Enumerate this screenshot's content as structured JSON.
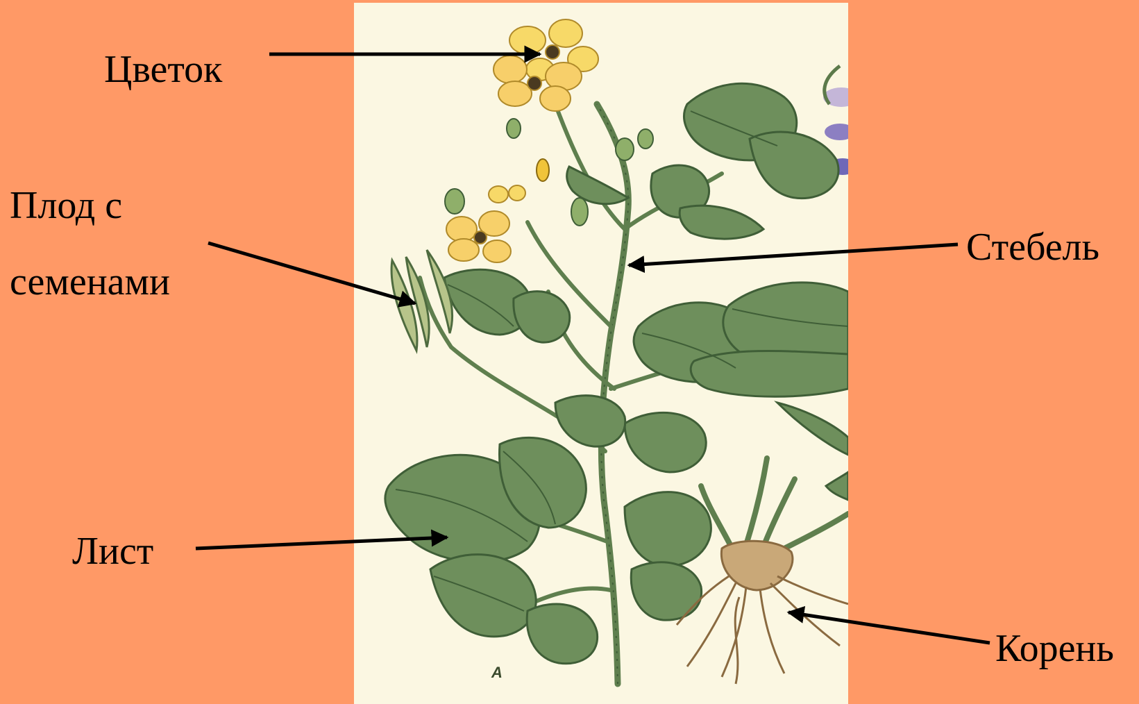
{
  "labels": {
    "flower": "Цветок",
    "fruit_line1": "Плод с",
    "fruit_line2": "семенами",
    "stem": "Стебель",
    "leaf": "Лист",
    "root": "Корень"
  },
  "plate_letter": "А",
  "colors": {
    "background": "#FF9966",
    "panel": "#FBF7E2",
    "leaf": "#6E8F5C",
    "leaf_dark": "#3F5E37",
    "petal": "#F5D15A",
    "root": "#C9A878",
    "arrow": "#000000"
  },
  "icons": {
    "pointer": "arrow-icon"
  }
}
